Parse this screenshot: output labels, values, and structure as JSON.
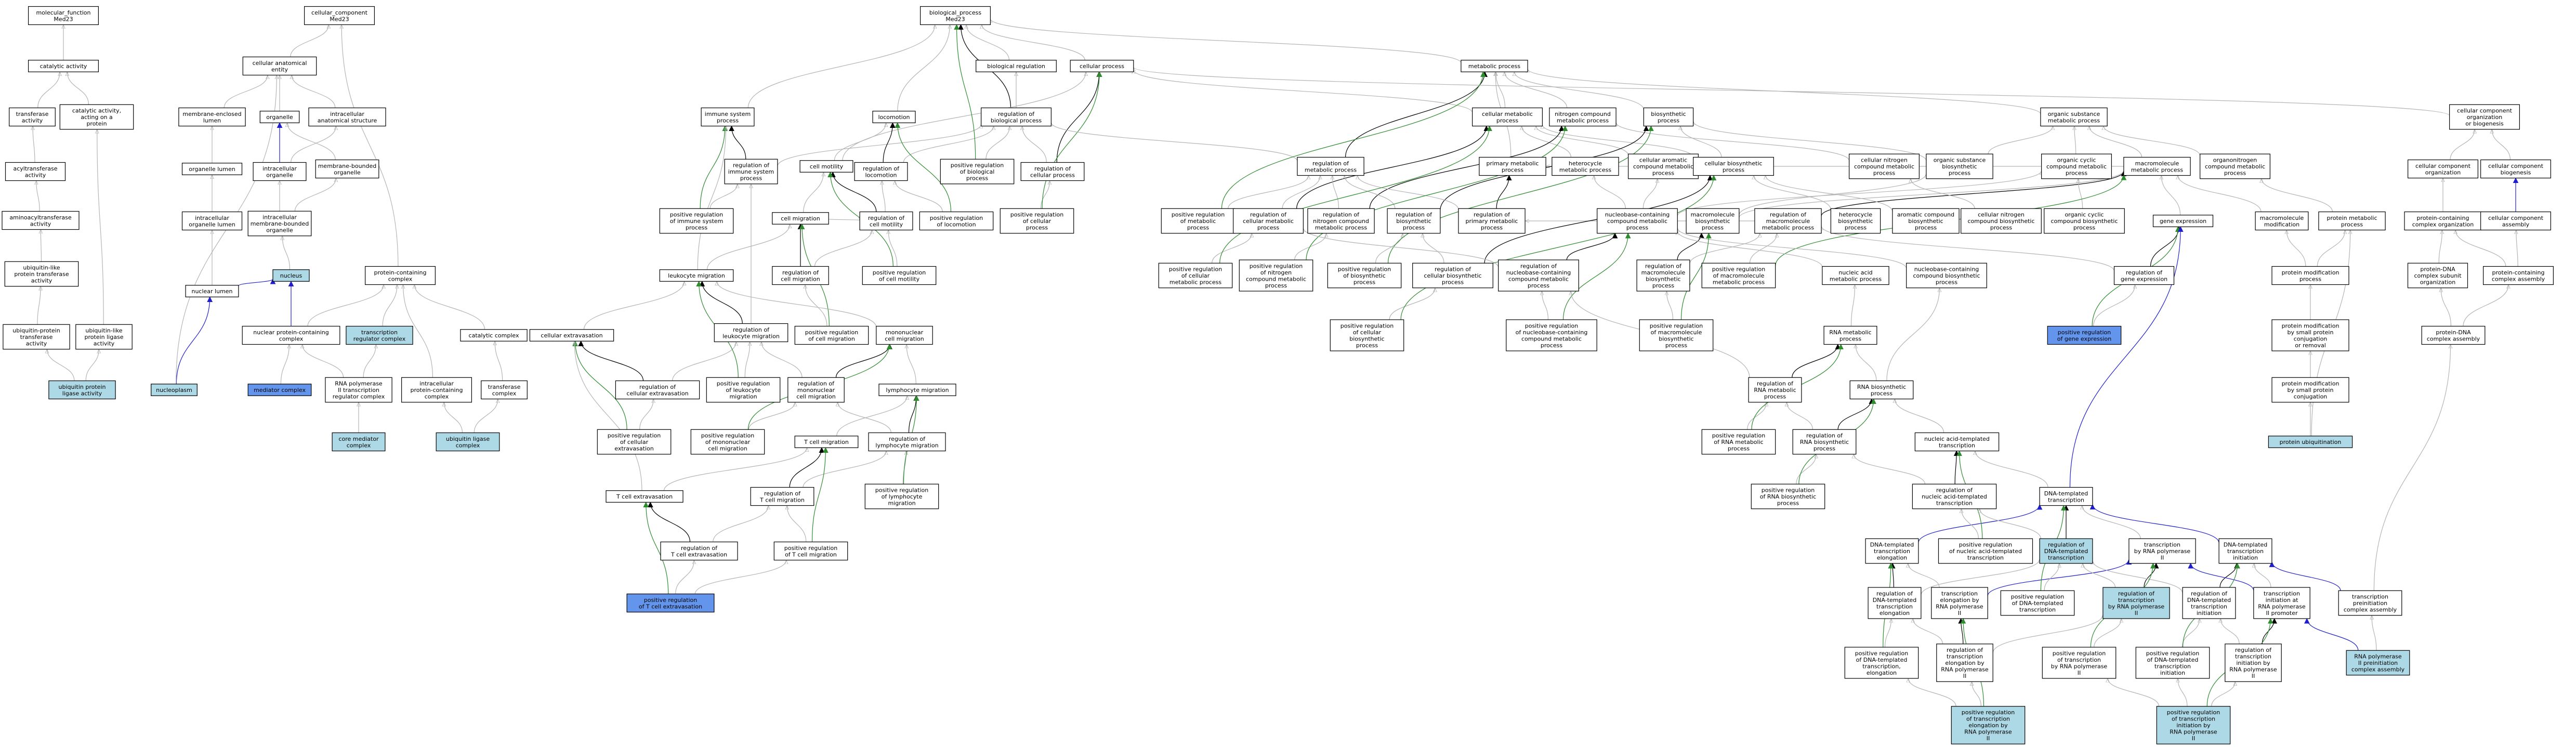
{
  "colors": {
    "plain": "#ffffff",
    "light": "#add8e6",
    "strong": "#6495ed"
  },
  "nodes": [
    {
      "id": "mf",
      "label": "molecular_function\nMed23"
    },
    {
      "id": "cc",
      "label": "cellular_component\nMed23"
    },
    {
      "id": "bp",
      "label": "biological_process\nMed23"
    },
    {
      "id": "catalytic",
      "label": "catalytic activity"
    },
    {
      "id": "transferase",
      "label": "transferase\nactivity"
    },
    {
      "id": "cat_on_protein",
      "label": "catalytic activity,\nacting on a\nprotein"
    },
    {
      "id": "acyltransferase",
      "label": "acyltransferase\nactivity"
    },
    {
      "id": "aminoacyl",
      "label": "aminoacyltransferase\nactivity"
    },
    {
      "id": "ubl_transferase",
      "label": "ubiquitin-like\nprotein transferase\nactivity"
    },
    {
      "id": "ub_transferase",
      "label": "ubiquitin-protein\ntransferase\nactivity"
    },
    {
      "id": "ubl_ligase",
      "label": "ubiquitin-like\nprotein ligase\nactivity"
    },
    {
      "id": "ub_ligase",
      "label": "ubiquitin protein\nligase activity",
      "fill": "light"
    },
    {
      "id": "anat_entity",
      "label": "cellular anatomical\nentity"
    },
    {
      "id": "mem_lumen",
      "label": "membrane-enclosed\nlumen"
    },
    {
      "id": "organelle",
      "label": "organelle"
    },
    {
      "id": "intra_anat",
      "label": "intracellular\nanatomical structure"
    },
    {
      "id": "organelle_lumen",
      "label": "organelle lumen"
    },
    {
      "id": "intra_organelle",
      "label": "intracellular\norganelle"
    },
    {
      "id": "mem_bounded",
      "label": "membrane-bounded\norganelle"
    },
    {
      "id": "intra_org_lumen",
      "label": "intracellular\norganelle lumen"
    },
    {
      "id": "intra_mem_org",
      "label": "intracellular\nmembrane-bounded\norganelle"
    },
    {
      "id": "nucleus",
      "label": "nucleus",
      "fill": "light"
    },
    {
      "id": "nuclear_lumen",
      "label": "nuclear lumen"
    },
    {
      "id": "nucleoplasm",
      "label": "nucleoplasm",
      "fill": "light"
    },
    {
      "id": "prot_complex",
      "label": "protein-containing\ncomplex"
    },
    {
      "id": "nuc_prot_complex",
      "label": "nuclear protein-containing\ncomplex"
    },
    {
      "id": "txn_reg_complex",
      "label": "transcription\nregulator complex",
      "fill": "light"
    },
    {
      "id": "mediator",
      "label": "mediator complex",
      "fill": "strong"
    },
    {
      "id": "rnap2_reg",
      "label": "RNA polymerase\nII transcription\nregulator complex"
    },
    {
      "id": "core_mediator",
      "label": "core mediator\ncomplex",
      "fill": "light"
    },
    {
      "id": "intra_prot_complex",
      "label": "intracellular\nprotein-containing\ncomplex"
    },
    {
      "id": "catalytic_complex",
      "label": "catalytic complex"
    },
    {
      "id": "transferase_complex",
      "label": "transferase\ncomplex"
    },
    {
      "id": "ub_ligase_complex",
      "label": "ubiquitin ligase\ncomplex",
      "fill": "light"
    },
    {
      "id": "bio_reg",
      "label": "biological regulation"
    },
    {
      "id": "cell_proc",
      "label": "cellular process"
    },
    {
      "id": "metabolic",
      "label": "metabolic process"
    },
    {
      "id": "immune",
      "label": "immune system\nprocess"
    },
    {
      "id": "locomotion",
      "label": "locomotion"
    },
    {
      "id": "reg_bp",
      "label": "regulation of\nbiological process"
    },
    {
      "id": "reg_immune",
      "label": "regulation of\nimmune system\nprocess"
    },
    {
      "id": "cell_motility",
      "label": "cell motility"
    },
    {
      "id": "reg_locomotion",
      "label": "regulation of\nlocomotion"
    },
    {
      "id": "pos_reg_bp",
      "label": "positive regulation\nof biological\nprocess"
    },
    {
      "id": "reg_cell_proc",
      "label": "regulation of\ncellular process"
    },
    {
      "id": "pos_reg_immune",
      "label": "positive regulation\nof immune system\nprocess"
    },
    {
      "id": "cell_migration",
      "label": "cell migration"
    },
    {
      "id": "reg_cell_motility",
      "label": "regulation of\ncell motility"
    },
    {
      "id": "pos_reg_locomotion",
      "label": "positive regulation\nof locomotion"
    },
    {
      "id": "pos_reg_cell_proc",
      "label": "positive regulation\nof cellular\nprocess"
    },
    {
      "id": "leukocyte_migration",
      "label": "leukocyte migration"
    },
    {
      "id": "reg_cell_migration",
      "label": "regulation of\ncell migration"
    },
    {
      "id": "pos_reg_cell_motility",
      "label": "positive regulation\nof cell motility"
    },
    {
      "id": "cell_extravasation",
      "label": "cellular extravasation"
    },
    {
      "id": "reg_leukocyte_migration",
      "label": "regulation of\nleukocyte migration"
    },
    {
      "id": "pos_reg_cell_migration",
      "label": "positive regulation\nof cell migration"
    },
    {
      "id": "mononuclear_migration",
      "label": "mononuclear\ncell migration"
    },
    {
      "id": "reg_cell_extravasation",
      "label": "regulation of\ncellular extravasation"
    },
    {
      "id": "pos_reg_leukocyte_migration",
      "label": "positive regulation\nof leukocyte\nmigration"
    },
    {
      "id": "reg_mononuclear_migration",
      "label": "regulation of\nmononuclear\ncell migration"
    },
    {
      "id": "lymphocyte_migration",
      "label": "lymphocyte migration"
    },
    {
      "id": "pos_reg_cell_extravasation",
      "label": "positive regulation\nof cellular\nextravasation"
    },
    {
      "id": "pos_reg_mononuclear_migration",
      "label": "positive regulation\nof mononuclear\ncell migration"
    },
    {
      "id": "tcell_migration",
      "label": "T cell migration"
    },
    {
      "id": "reg_lymphocyte_migration",
      "label": "regulation of\nlymphocyte migration"
    },
    {
      "id": "tcell_extravasation",
      "label": "T cell extravasation"
    },
    {
      "id": "reg_tcell_migration",
      "label": "regulation of\nT cell migration"
    },
    {
      "id": "pos_reg_lymphocyte_migration",
      "label": "positive regulation\nof lymphocyte\nmigration"
    },
    {
      "id": "reg_tcell_extravasation",
      "label": "regulation of\nT cell extravasation"
    },
    {
      "id": "pos_reg_tcell_migration",
      "label": "positive regulation\nof T cell migration"
    },
    {
      "id": "pos_reg_tcell_extravasation",
      "label": "positive regulation\nof T cell extravasation",
      "fill": "strong"
    },
    {
      "id": "cell_metabolic",
      "label": "cellular metabolic\nprocess"
    },
    {
      "id": "n_compound_metabolic",
      "label": "nitrogen compound\nmetabolic process"
    },
    {
      "id": "biosynthetic",
      "label": "biosynthetic\nprocess"
    },
    {
      "id": "reg_metabolic",
      "label": "regulation of\nmetabolic process"
    },
    {
      "id": "primary_metabolic",
      "label": "primary metabolic\nprocess"
    },
    {
      "id": "heterocycle_metabolic",
      "label": "heterocycle\nmetabolic process"
    },
    {
      "id": "cell_aromatic_metabolic",
      "label": "cellular aromatic\ncompound metabolic\nprocess"
    },
    {
      "id": "cell_biosynthetic",
      "label": "cellular biosynthetic\nprocess"
    },
    {
      "id": "cell_n_compound_metabolic",
      "label": "cellular nitrogen\ncompound metabolic\nprocess"
    },
    {
      "id": "organic_substance_metabolic",
      "label": "organic substance\nmetabolic process"
    },
    {
      "id": "organic_substance_biosynthetic",
      "label": "organic substance\nbiosynthetic\nprocess"
    },
    {
      "id": "organic_cyclic_metabolic",
      "label": "organic cyclic\ncompound metabolic\nprocess"
    },
    {
      "id": "macromolecule_metabolic",
      "label": "macromolecule\nmetabolic process"
    },
    {
      "id": "organonitrogen_metabolic",
      "label": "organonitrogen\ncompound metabolic\nprocess"
    },
    {
      "id": "pos_reg_metabolic",
      "label": "positive regulation\nof metabolic\nprocess"
    },
    {
      "id": "reg_cell_metabolic",
      "label": "regulation of\ncellular metabolic\nprocess"
    },
    {
      "id": "reg_n_compound_metabolic",
      "label": "regulation of\nnitrogen compound\nmetabolic process"
    },
    {
      "id": "reg_biosynthetic",
      "label": "regulation of\nbiosynthetic\nprocess"
    },
    {
      "id": "reg_primary_metabolic",
      "label": "regulation of\nprimary metabolic\nprocess"
    },
    {
      "id": "nucleobase_metabolic",
      "label": "nucleobase-containing\ncompound metabolic\nprocess"
    },
    {
      "id": "macromolecule_biosynthetic",
      "label": "macromolecule\nbiosynthetic\nprocess"
    },
    {
      "id": "reg_macromolecule_metabolic",
      "label": "regulation of\nmacromolecule\nmetabolic process"
    },
    {
      "id": "heterocycle_biosynthetic",
      "label": "heterocycle\nbiosynthetic\nprocess"
    },
    {
      "id": "aromatic_biosynthetic",
      "label": "aromatic compound\nbiosynthetic\nprocess"
    },
    {
      "id": "cell_n_compound_biosynthetic",
      "label": "cellular nitrogen\ncompound biosynthetic\nprocess"
    },
    {
      "id": "organic_cyclic_biosynthetic",
      "label": "organic cyclic\ncompound biosynthetic\nprocess"
    },
    {
      "id": "gene_expression",
      "label": "gene expression"
    },
    {
      "id": "macromolecule_modification",
      "label": "macromolecule\nmodification"
    },
    {
      "id": "protein_metabolic",
      "label": "protein metabolic\nprocess"
    },
    {
      "id": "pos_reg_cell_metabolic",
      "label": "positive regulation\nof cellular\nmetabolic process"
    },
    {
      "id": "pos_reg_n_compound_metabolic",
      "label": "positive regulation\nof nitrogen\ncompound metabolic\nprocess"
    },
    {
      "id": "pos_reg_biosynthetic",
      "label": "positive regulation\nof biosynthetic\nprocess"
    },
    {
      "id": "reg_cell_biosynthetic",
      "label": "regulation of\ncellular biosynthetic\nprocess"
    },
    {
      "id": "reg_nucleobase_metabolic",
      "label": "regulation of\nnucleobase-containing\ncompound metabolic\nprocess"
    },
    {
      "id": "reg_macromolecule_biosynthetic",
      "label": "regulation of\nmacromolecule\nbiosynthetic\nprocess"
    },
    {
      "id": "pos_reg_macromolecule_metabolic",
      "label": "positive regulation\nof macromolecule\nmetabolic process"
    },
    {
      "id": "nucleic_acid_metabolic",
      "label": "nucleic acid\nmetabolic process"
    },
    {
      "id": "nucleobase_biosynthetic",
      "label": "nucleobase-containing\ncompound biosynthetic\nprocess"
    },
    {
      "id": "reg_gene_expression",
      "label": "regulation of\ngene expression"
    },
    {
      "id": "protein_modification",
      "label": "protein modification\nprocess"
    },
    {
      "id": "pos_reg_cell_biosynthetic",
      "label": "positive regulation\nof cellular\nbiosynthetic\nprocess"
    },
    {
      "id": "pos_reg_nucleobase_metabolic",
      "label": "positive regulation\nof nucleobase-containing\ncompound metabolic\nprocess"
    },
    {
      "id": "pos_reg_macromolecule_biosynthetic",
      "label": "positive regulation\nof macromolecule\nbiosynthetic\nprocess"
    },
    {
      "id": "pos_reg_gene_expression",
      "label": "positive regulation\nof gene expression",
      "fill": "strong"
    },
    {
      "id": "rna_metabolic",
      "label": "RNA metabolic\nprocess"
    },
    {
      "id": "reg_rna_metabolic",
      "label": "regulation of\nRNA metabolic\nprocess"
    },
    {
      "id": "rna_biosynthetic",
      "label": "RNA biosynthetic\nprocess"
    },
    {
      "id": "pos_reg_rna_metabolic",
      "label": "positive regulation\nof RNA metabolic\nprocess"
    },
    {
      "id": "reg_rna_biosynthetic",
      "label": "regulation of\nRNA biosynthetic\nprocess"
    },
    {
      "id": "pos_reg_rna_biosynthetic",
      "label": "positive regulation\nof RNA biosynthetic\nprocess"
    },
    {
      "id": "na_templated_txn",
      "label": "nucleic acid-templated\ntranscription"
    },
    {
      "id": "reg_na_templated_txn",
      "label": "regulation of\nnucleic acid-templated\ntranscription"
    },
    {
      "id": "dna_templated_txn",
      "label": "DNA-templated\ntranscription"
    },
    {
      "id": "pos_reg_na_templated_txn",
      "label": "positive regulation\nof nucleic acid-templated\ntranscription"
    },
    {
      "id": "dna_txn_elongation",
      "label": "DNA-templated\ntranscription\nelongation"
    },
    {
      "id": "reg_dna_templated_txn",
      "label": "regulation of\nDNA-templated\ntranscription",
      "fill": "light"
    },
    {
      "id": "txn_by_rnap2",
      "label": "transcription\nby RNA polymerase\nII"
    },
    {
      "id": "dna_txn_initiation",
      "label": "DNA-templated\ntranscription\ninitiation"
    },
    {
      "id": "reg_dna_txn_elongation",
      "label": "regulation of\nDNA-templated\ntranscription\nelongation"
    },
    {
      "id": "txn_elongation_rnap2",
      "label": "transcription\nelongation by\nRNA polymerase\nII"
    },
    {
      "id": "pos_reg_dna_templated_txn",
      "label": "positive regulation\nof DNA-templated\ntranscription"
    },
    {
      "id": "reg_txn_rnap2",
      "label": "regulation of\ntranscription\nby RNA polymerase\nII",
      "fill": "light"
    },
    {
      "id": "reg_dna_txn_initiation",
      "label": "regulation of\nDNA-templated\ntranscription\ninitiation"
    },
    {
      "id": "txn_init_rnap2",
      "label": "transcription\ninitiation at\nRNA polymerase\nII promoter"
    },
    {
      "id": "txn_preinit_assembly",
      "label": "transcription\npreinitiation\ncomplex assembly"
    },
    {
      "id": "reg_txn_elongation_rnap2",
      "label": "regulation of\ntranscription\nelongation by\nRNA polymerase\nII"
    },
    {
      "id": "pos_reg_dna_txn_elongation",
      "label": "positive regulation\nof DNA-templated\ntranscription,\nelongation"
    },
    {
      "id": "pos_reg_txn_rnap2",
      "label": "positive regulation\nof transcription\nby RNA polymerase\nII"
    },
    {
      "id": "pos_reg_dna_txn_initiation",
      "label": "positive regulation\nof DNA-templated\ntranscription\ninitiation"
    },
    {
      "id": "reg_txn_init_rnap2",
      "label": "regulation of\ntranscription\ninitiation by\nRNA polymerase\nII"
    },
    {
      "id": "rnap2_preinit_assembly",
      "label": "RNA polymerase\nII preinitiation\ncomplex assembly",
      "fill": "light"
    },
    {
      "id": "pos_reg_txn_elongation_rnap2",
      "label": "positive regulation\nof transcription\nelongation by\nRNA polymerase\nII",
      "fill": "light"
    },
    {
      "id": "pos_reg_txn_init_rnap2",
      "label": "positive regulation\nof transcription\ninitiation by\nRNA polymerase\nII",
      "fill": "light"
    },
    {
      "id": "cc_org_biogenesis",
      "label": "cellular component\norganization\nor biogenesis"
    },
    {
      "id": "cc_organization",
      "label": "cellular component\norganization"
    },
    {
      "id": "cc_biogenesis",
      "label": "cellular component\nbiogenesis"
    },
    {
      "id": "prot_complex_org",
      "label": "protein-containing\ncomplex organization"
    },
    {
      "id": "cc_assembly",
      "label": "cellular component\nassembly"
    },
    {
      "id": "prot_dna_subunit_org",
      "label": "protein-DNA\ncomplex subunit\norganization"
    },
    {
      "id": "prot_complex_assembly",
      "label": "protein-containing\ncomplex assembly"
    },
    {
      "id": "prot_dna_assembly",
      "label": "protein-DNA\ncomplex assembly"
    },
    {
      "id": "protein_mod_small",
      "label": "protein modification\nby small protein\nconjugation\nor removal"
    },
    {
      "id": "protein_mod_small_conj",
      "label": "protein modification\nby small protein\nconjugation"
    },
    {
      "id": "protein_ubiquitination",
      "label": "protein ubiquitination",
      "fill": "light"
    }
  ]
}
